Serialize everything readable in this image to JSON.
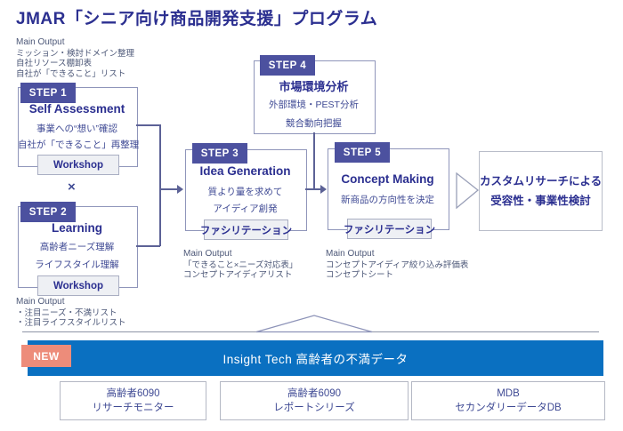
{
  "title": "JMAR「シニア向け商品開発支援」プログラム",
  "colors": {
    "navy": "#2b2f90",
    "badge_bg": "#4c519f",
    "banner_blue": "#0a70c1",
    "new_badge": "#ed8c7a",
    "body_text": "#3f4a94"
  },
  "outputs": {
    "top_left": {
      "heading": "Main Output",
      "lines": [
        "ミッション・検討ドメイン整理",
        "自社リソース棚卸表",
        "自社が「できること」リスト"
      ]
    },
    "step2": {
      "heading": "Main Output",
      "lines": [
        "・注目ニーズ・不満リスト",
        "・注目ライフスタイルリスト"
      ]
    },
    "step3": {
      "heading": "Main Output",
      "lines": [
        "「できること×ニーズ対応表」",
        "コンセプトアイディアリスト"
      ]
    },
    "step5": {
      "heading": "Main Output",
      "lines": [
        "コンセプトアイディア絞り込み評価表",
        "コンセプトシート"
      ]
    }
  },
  "multiply_symbol": "×",
  "steps": [
    {
      "badge": "STEP 1",
      "title": "Self Assessment",
      "lines": [
        "事業への“想い”確認",
        "自社が「できること」再整理"
      ],
      "button": "Workshop"
    },
    {
      "badge": "STEP 2",
      "title": "Learning",
      "lines": [
        "高齢者ニーズ理解",
        "ライフスタイル理解"
      ],
      "button": "Workshop"
    },
    {
      "badge": "STEP 3",
      "title": "Idea Generation",
      "lines": [
        "質より量を求めて",
        "アイディア創発"
      ],
      "button": "ファシリテーション"
    },
    {
      "badge": "STEP 4",
      "title": "市場環境分析",
      "lines": [
        "外部環境・PEST分析",
        "競合動向把握"
      ]
    },
    {
      "badge": "STEP 5",
      "title": "Concept Making",
      "lines": [
        "新商品の方向性を決定"
      ],
      "button": "ファシリテーション"
    }
  ],
  "final_box": {
    "lines": [
      "カスタムリサーチによる",
      "受容性・事業性検討"
    ]
  },
  "banner": {
    "badge": "NEW",
    "label": "Insight Tech  高齢者の不満データ"
  },
  "datasources": [
    {
      "lines": [
        "高齢者6090",
        "リサーチモニター"
      ]
    },
    {
      "lines": [
        "高齢者6090",
        "レポートシリーズ"
      ]
    },
    {
      "lines": [
        "MDB",
        "セカンダリーデータDB"
      ]
    }
  ]
}
